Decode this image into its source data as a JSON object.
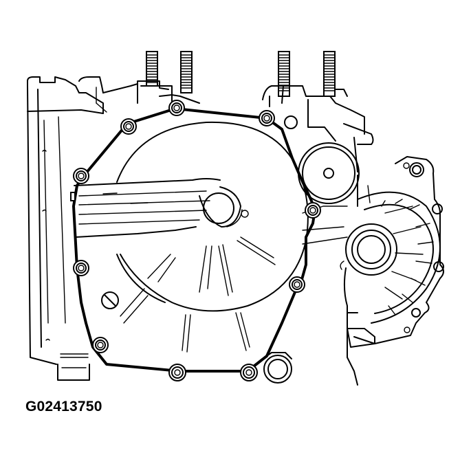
{
  "figure": {
    "id_caption": "G02413750",
    "subject": "transmission-case-cover-with-bolts",
    "bolt_count": 11,
    "stud_count": 4,
    "line_color": "#000000",
    "background_color": "#ffffff"
  }
}
